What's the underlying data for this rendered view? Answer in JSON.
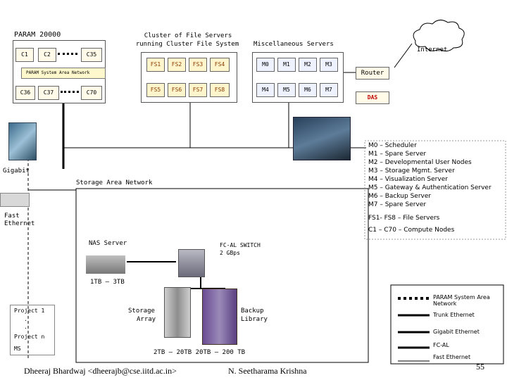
{
  "param": {
    "title": "PARAM 20000",
    "nodes_row1": [
      "C1",
      "C2",
      "C35"
    ],
    "nodes_row2": [
      "C36",
      "C37",
      "C70"
    ],
    "san_bar": "PARAM System Area Network"
  },
  "cluster": {
    "title_line1": "Cluster of File Servers",
    "title_line2": "running Cluster File System",
    "row1": [
      "FS1",
      "FS2",
      "FS3",
      "FS4"
    ],
    "row2": [
      "FS5",
      "FS6",
      "FS7",
      "FS8"
    ]
  },
  "misc": {
    "title": "Miscellaneous Servers",
    "row1": [
      "M0",
      "M1",
      "M2",
      "M3"
    ],
    "row2": [
      "M4",
      "M5",
      "M6",
      "M7"
    ]
  },
  "internet": "Internet",
  "router": "Router",
  "das": "DAS",
  "labels": {
    "gigabit": "Gigabit",
    "fast_ethernet_1": "Fast",
    "fast_ethernet_2": "Ethernet",
    "san": "Storage Area Network",
    "nas": "NAS Server",
    "fcal_1": "FC-AL SWITCH",
    "fcal_2": "2 GBps",
    "capacity": "1TB – 3TB",
    "storage_1": "Storage",
    "storage_2": "Array",
    "backup_1": "Backup",
    "backup_2": "Library",
    "capacity2": "2TB – 20TB  20TB – 200 TB"
  },
  "projects": {
    "p1": "Project 1",
    "dot1": ".",
    "dot2": ".",
    "pn": "Project n",
    "ms": "MS"
  },
  "key": [
    "M0 – Scheduler",
    "M1 – Spare Server",
    "M2 – Developmental  User Nodes",
    "M3 – Storage Mgmt. Server",
    "M4 – Visualization Server",
    "M5 – Gateway & Authentication Server",
    "M6 – Backup Server",
    "M7 – Spare Server"
  ],
  "key_fs": "FS1- FS8 – File Servers",
  "key_c": "C1 – C70 – Compute Nodes",
  "legend": {
    "param": "PARAM System Area Network",
    "trunk": "Trunk Ethernet",
    "gigabit": "Gigabit Ethernet",
    "fcal": "FC-AL",
    "fast": "Fast Ethernet"
  },
  "footer": {
    "author1": "Dheeraj Bhardwaj <dheerajb@cse.iitd.ac.in>",
    "author2": "N. Seetharama Krishna",
    "page": "55"
  },
  "colors": {
    "fs_text": "#8a3b00",
    "das_text": "#c00000",
    "rack_purple": "#6a4c93"
  }
}
